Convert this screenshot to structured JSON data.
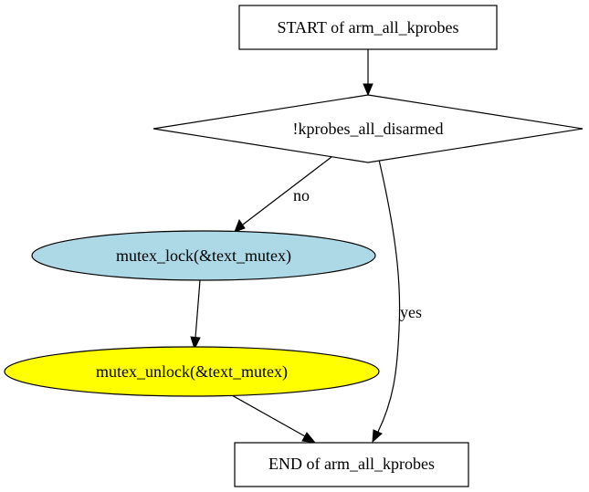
{
  "nodes": {
    "start": {
      "label": "START of arm_all_kprobes",
      "shape": "box",
      "fill": "#ffffff"
    },
    "condition": {
      "label": "!kprobes_all_disarmed",
      "shape": "diamond",
      "fill": "#ffffff"
    },
    "lock": {
      "label": "mutex_lock(&text_mutex)",
      "shape": "ellipse",
      "fill": "#add8e6"
    },
    "unlock": {
      "label": "mutex_unlock(&text_mutex)",
      "shape": "ellipse",
      "fill": "#ffff00"
    },
    "end": {
      "label": "END of arm_all_kprobes",
      "shape": "box",
      "fill": "#ffffff"
    }
  },
  "edges": {
    "no": {
      "label": "no"
    },
    "yes": {
      "label": "yes"
    }
  }
}
